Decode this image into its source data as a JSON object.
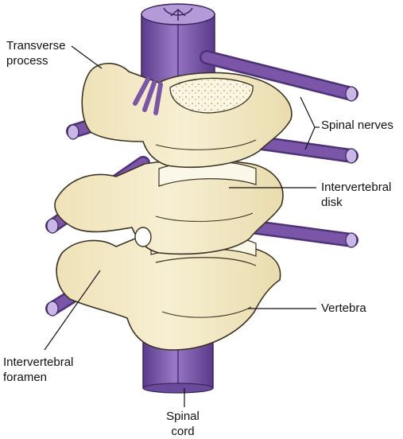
{
  "labels": {
    "transverse_process": [
      "Transverse",
      "process"
    ],
    "spinal_nerves": "Spinal nerves",
    "intervertebral_disk": [
      "Intervertebral",
      "disk"
    ],
    "vertebra": "Vertebra",
    "intervertebral_foramen": [
      "Intervertebral",
      "foramen"
    ],
    "spinal_cord": [
      "Spinal",
      "cord"
    ]
  },
  "colors": {
    "bone_fill": "#f5ecca",
    "bone_shade": "#e8dcb0",
    "bone_outline": "#3a3322",
    "disk_fill": "#fbf8ea",
    "nerve_fill": "#7a55a8",
    "nerve_light": "#a98bd0",
    "nerve_dark": "#4e3278",
    "nerve_end": "#c9b8e6",
    "leader": "#111111"
  }
}
